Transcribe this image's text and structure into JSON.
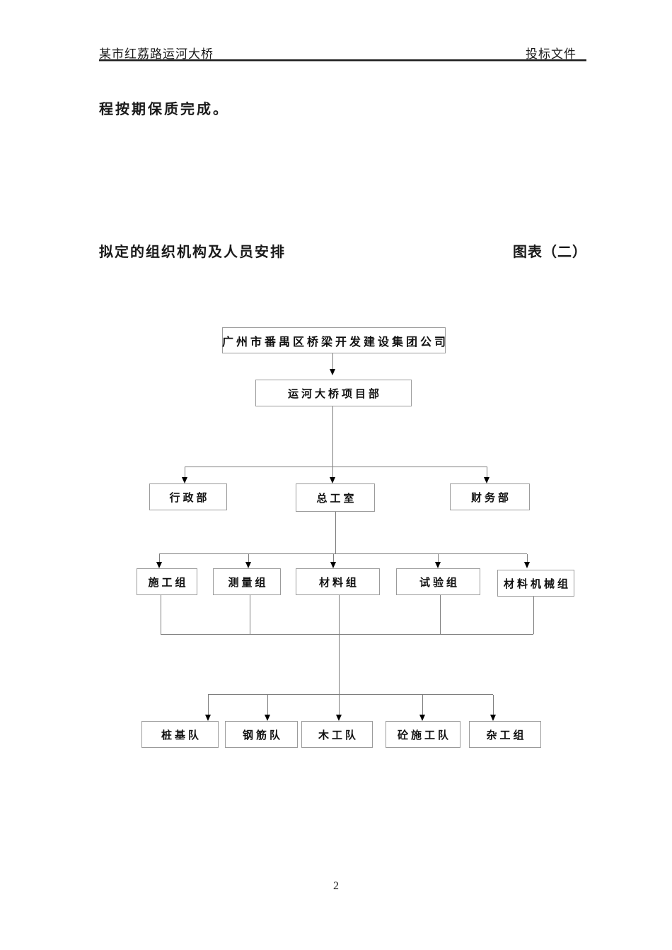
{
  "header": {
    "left": "某市红荔路运河大桥",
    "right": "投标文件"
  },
  "body": {
    "paragraph": "程按期保质完成。",
    "section_title": "拟定的组织机构及人员安排",
    "section_caption": "图表（二）"
  },
  "org": {
    "root": "广州市番禺区桥梁开发建设集团公司",
    "level2": "运河大桥项目部",
    "level3": [
      "行政部",
      "总工室",
      "财务部"
    ],
    "level4": [
      "施工组",
      "测量组",
      "材料组",
      "试验组",
      "材料机械组"
    ],
    "level5": [
      "桩基队",
      "钢筋队",
      "木工队",
      "砼施工队",
      "杂工组"
    ]
  },
  "footer": {
    "page_number": "2"
  },
  "colors": {
    "box_border": "#9b9b9b",
    "connector_line": "#7e7e7e",
    "arrowhead": "#000000",
    "text": "#1a1a1a"
  }
}
